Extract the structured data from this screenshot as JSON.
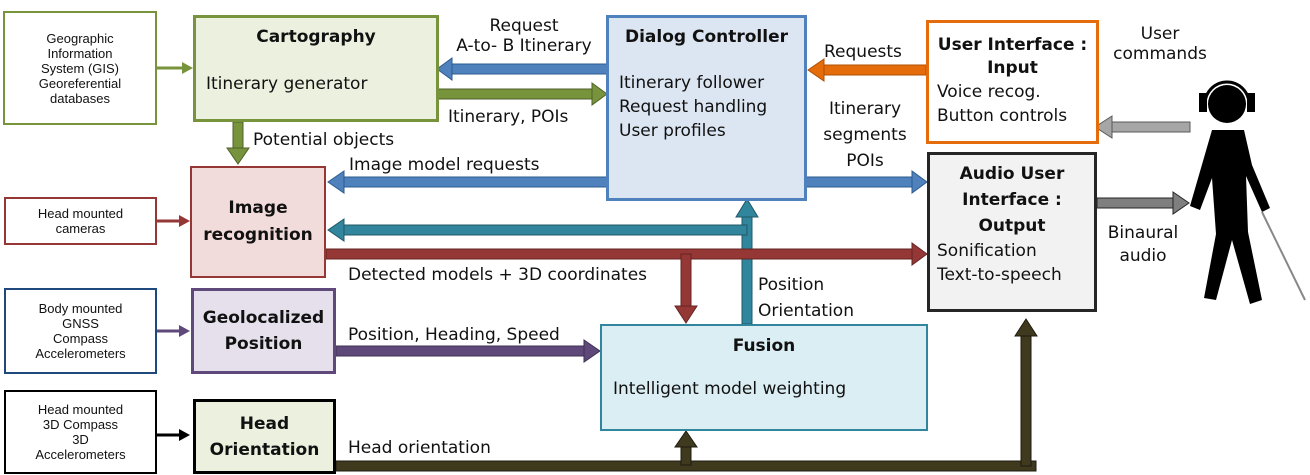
{
  "sources": {
    "gis": [
      "Geographic",
      "Information",
      "System (GIS)",
      "Georeferential",
      "databases"
    ],
    "cameras": [
      "Head mounted",
      "cameras"
    ],
    "body": [
      "Body mounted",
      "GNSS",
      "Compass",
      "Accelerometers"
    ],
    "head": [
      "Head mounted",
      "3D Compass",
      "3D",
      "Accelerometers"
    ]
  },
  "modules": {
    "cartography": {
      "title": "Cartography",
      "body": "Itinerary generator"
    },
    "dialog": {
      "title": "Dialog Controller",
      "lines": [
        "Itinerary follower",
        "Request handling",
        "User profiles"
      ]
    },
    "ui_input": {
      "title": [
        "User Interface :",
        "Input"
      ],
      "lines": [
        "Voice recog.",
        "Button controls"
      ]
    },
    "image": {
      "title": [
        "Image",
        "recognition"
      ]
    },
    "audio": {
      "title": [
        "Audio User",
        "Interface :",
        "Output"
      ],
      "lines": [
        "Sonification",
        "Text-to-speech"
      ]
    },
    "geo": {
      "title": [
        "Geolocalized",
        "Position"
      ]
    },
    "fusion": {
      "title": "Fusion",
      "body": "Intelligent model weighting"
    },
    "head_orientation": {
      "title": [
        "Head",
        "Orientation"
      ]
    }
  },
  "edge_labels": {
    "request_itinerary": [
      "Request",
      "A-to- B Itinerary"
    ],
    "itinerary_pois": "Itinerary, POIs",
    "requests": "Requests",
    "user_commands": [
      "User",
      "commands"
    ],
    "potential_objects": "Potential objects",
    "image_model_requests": "Image model requests",
    "itinerary_segments": [
      "Itinerary",
      "segments",
      "POIs"
    ],
    "detected_models": "Detected models + 3D coordinates",
    "position_orientation": [
      "Position",
      "Orientation"
    ],
    "binaural": [
      "Binaural",
      "audio"
    ],
    "position_heading_speed": "Position, Heading, Speed",
    "head_orientation": "Head orientation"
  },
  "colors": {
    "green": "#77933C",
    "blue": "#4F81BD",
    "orange": "#E46C0A",
    "darkred": "#953735",
    "teal": "#31859C",
    "purple": "#5F497A",
    "olive": "#3F3A1E",
    "gray": "#7F7F7F",
    "black": "#000000",
    "cartography_fill": "#EBF1DE",
    "dialog_fill": "#DCE6F2",
    "ui_fill": "#FFFFFF",
    "image_fill": "#F2DCDB",
    "audio_fill": "#F2F2F2",
    "geo_fill": "#E6E0EC",
    "fusion_fill": "#DBEEF4",
    "head_fill": "#EBF1DE"
  },
  "icons": [
    "blind-person-with-headphones-and-cane-icon"
  ]
}
